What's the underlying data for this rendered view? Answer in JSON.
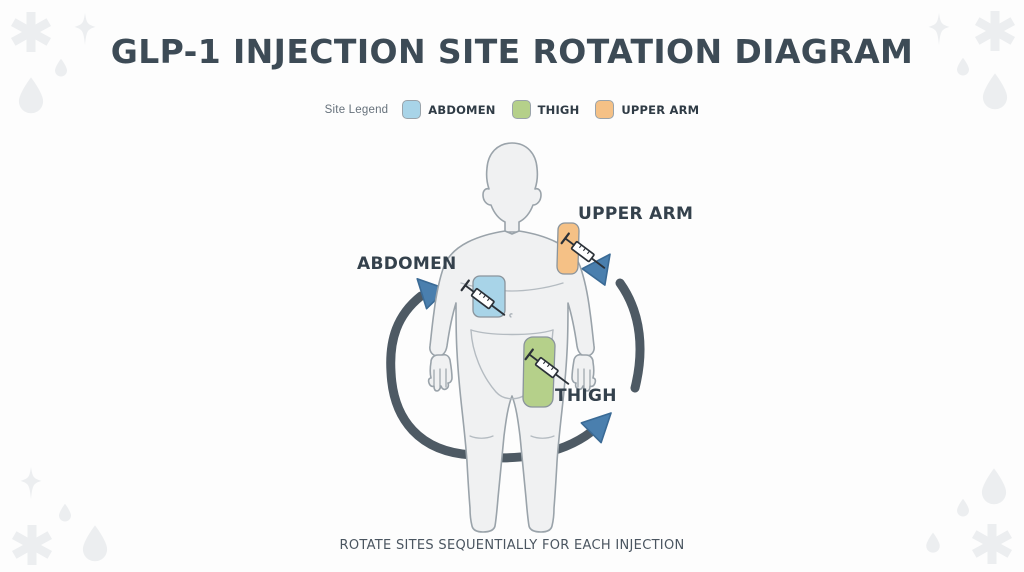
{
  "title": "GLP-1 INJECTION SITE ROTATION DIAGRAM",
  "footer": "ROTATE SITES SEQUENTIALLY FOR EACH INJECTION",
  "legend": {
    "title": "Site Legend",
    "items": [
      {
        "label": "ABDOMEN",
        "color": "#a8d4e8",
        "swatch_name": "legend-swatch-abdomen"
      },
      {
        "label": "THIGH",
        "color": "#b5d08a",
        "swatch_name": "legend-swatch-thigh"
      },
      {
        "label": "UPPER ARM",
        "color": "#f5c186",
        "swatch_name": "legend-swatch-upper-arm"
      }
    ]
  },
  "site_labels": {
    "abdomen": "ABDOMEN",
    "upper_arm": "UPPER ARM",
    "thigh": "THIGH"
  },
  "colors": {
    "background": "#fdfdfd",
    "title_text": "#3d4b56",
    "body_fill": "#f0f1f2",
    "body_stroke": "#9aa3aa",
    "abdomen_patch": "#a8d4e8",
    "thigh_patch": "#b5d08a",
    "upper_arm_patch": "#f5c186",
    "patch_stroke": "#8a949c",
    "rotation_arc": "#4e5a64",
    "arrowhead": "#4a7fae",
    "arrowhead_stroke": "#3a6a95",
    "syringe_body": "#ffffff",
    "syringe_stroke": "#2b3138",
    "decoration": "#eceef0"
  },
  "diagram": {
    "type": "body-injection-site-rotation",
    "figure": "anterior human silhouette",
    "sites": [
      {
        "name": "abdomen",
        "label": "ABDOMEN",
        "order": 1,
        "side": "left",
        "patch_color": "#a8d4e8"
      },
      {
        "name": "upper_arm",
        "label": "UPPER ARM",
        "order": 2,
        "side": "right",
        "patch_color": "#f5c186"
      },
      {
        "name": "thigh",
        "label": "THIGH",
        "order": 3,
        "side": "right",
        "patch_color": "#b5d08a"
      }
    ],
    "rotation": {
      "direction": "clockwise",
      "arrowhead_count": 3,
      "arc_color": "#4e5a64"
    },
    "syringe_count": 3
  },
  "decorations": {
    "shapes": [
      "asterisk",
      "sparkle",
      "droplet"
    ],
    "color": "#eceef0",
    "corners": [
      "top-left",
      "top-right",
      "bottom-left",
      "bottom-right"
    ]
  }
}
